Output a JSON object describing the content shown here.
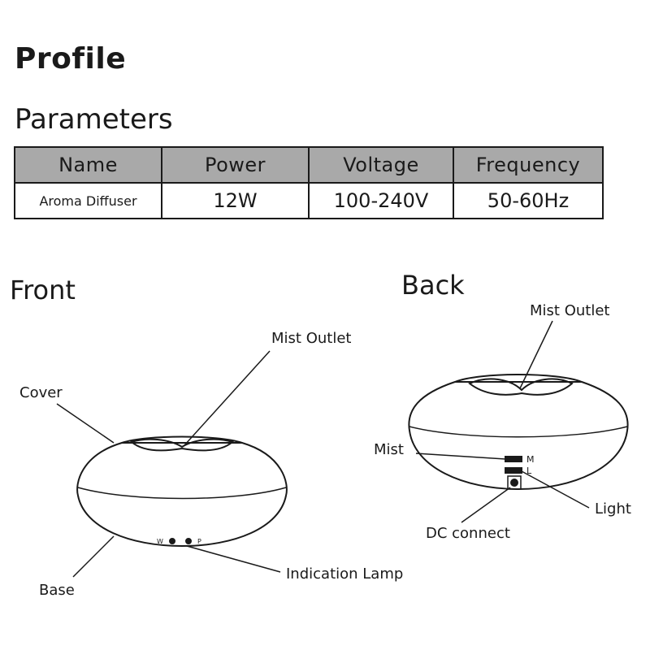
{
  "page": {
    "title": "Profile",
    "subtitle": "Parameters"
  },
  "table": {
    "headers": [
      "Name",
      "Power",
      "Voltage",
      "Frequency"
    ],
    "rows": [
      [
        "Aroma Diffuser",
        "12W",
        "100-240V",
        "50-60Hz"
      ]
    ],
    "header_bg": "#a9a9a9"
  },
  "front": {
    "label": "Front",
    "callouts": {
      "mist_outlet": "Mist Outlet",
      "cover": "Cover",
      "base": "Base",
      "indication_lamp": "Indication Lamp"
    },
    "button_marks": [
      "W",
      "P"
    ]
  },
  "back": {
    "label": "Back",
    "callouts": {
      "mist_outlet": "Mist Outlet",
      "mist": "Mist",
      "light": "Light",
      "dc_connect": "DC connect"
    },
    "switch_marks": [
      "M",
      "L"
    ]
  }
}
